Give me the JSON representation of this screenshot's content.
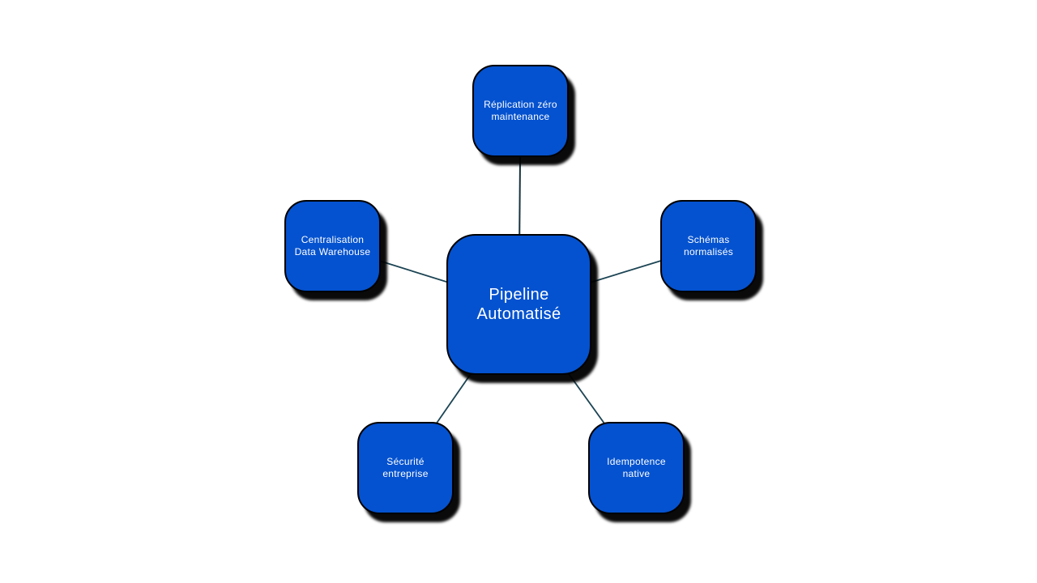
{
  "diagram": {
    "type": "radial-hub-spoke",
    "background_color": "#ffffff",
    "node_fill_color": "#0452CF",
    "node_border_color": "#000000",
    "node_text_color": "#ffffff",
    "connector_color": "#1C4454",
    "center": {
      "line1": "Pipeline",
      "line2": "Automatisé"
    },
    "nodes": [
      {
        "position": "top",
        "line1": "Réplication zéro",
        "line2": "maintenance"
      },
      {
        "position": "left",
        "line1": "Centralisation",
        "line2": "Data Warehouse"
      },
      {
        "position": "right",
        "line1": "Schémas",
        "line2": "normalisés"
      },
      {
        "position": "bottom-left",
        "line1": "Sécurité",
        "line2": "entreprise"
      },
      {
        "position": "bottom-right",
        "line1": "Idempotence",
        "line2": "native"
      }
    ]
  }
}
